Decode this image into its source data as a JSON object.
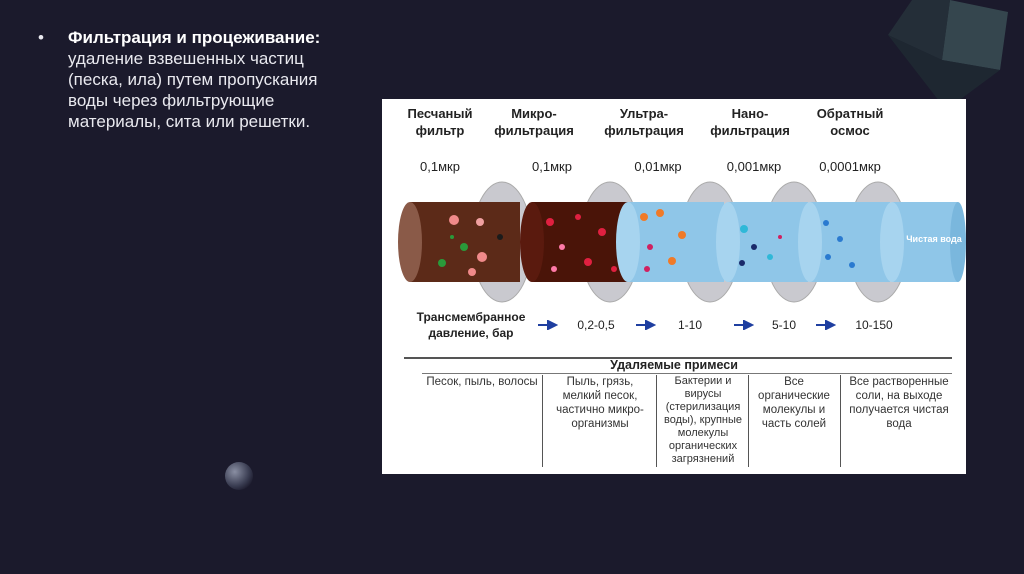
{
  "bullet": {
    "marker": "•",
    "bold": "Фильтрация и процеживание:",
    "text": " удаление взвешенных частиц (песка, ила) путем пропускания воды через фильтрующие материалы, сита или решетки."
  },
  "stages": [
    {
      "title": "Песчаный фильтр",
      "size": "0,1мкр",
      "color": "#7a4a3a"
    },
    {
      "title": "Микро-фильтрация",
      "size": "0,1мкр",
      "color": "#5a1a0e"
    },
    {
      "title": "Ультра-фильтрация",
      "size": "0,01мкр",
      "color": "#8fc6e8"
    },
    {
      "title": "Нано-фильтрация",
      "size": "0,001мкр",
      "color": "#8fc6e8"
    },
    {
      "title": "Обратный осмос",
      "size": "0,0001мкр",
      "color": "#8fc6e8"
    }
  ],
  "clean_water_label": "Чистая вода",
  "pressure": {
    "label": "Трансмембранное давление, бар",
    "values": [
      "0,2-0,5",
      "1-10",
      "5-10",
      "10-150"
    ]
  },
  "impurities": {
    "title": "Удаляемые примеси",
    "columns": [
      "Песок, пыль, волосы",
      "Пыль, грязь, мелкий песок, частично микро-организмы",
      "Бактерии и вирусы (стерилизация воды), крупные молекулы органических загрязнений",
      "Все органические молекулы и часть солей",
      "Все растворенные соли, на выходе получается чистая вода"
    ]
  },
  "colors": {
    "background": "#1b1a2c",
    "arrow": "#1f3fa0",
    "disc": "#c9c9cf",
    "pipe_light": "#8fc6e8"
  }
}
